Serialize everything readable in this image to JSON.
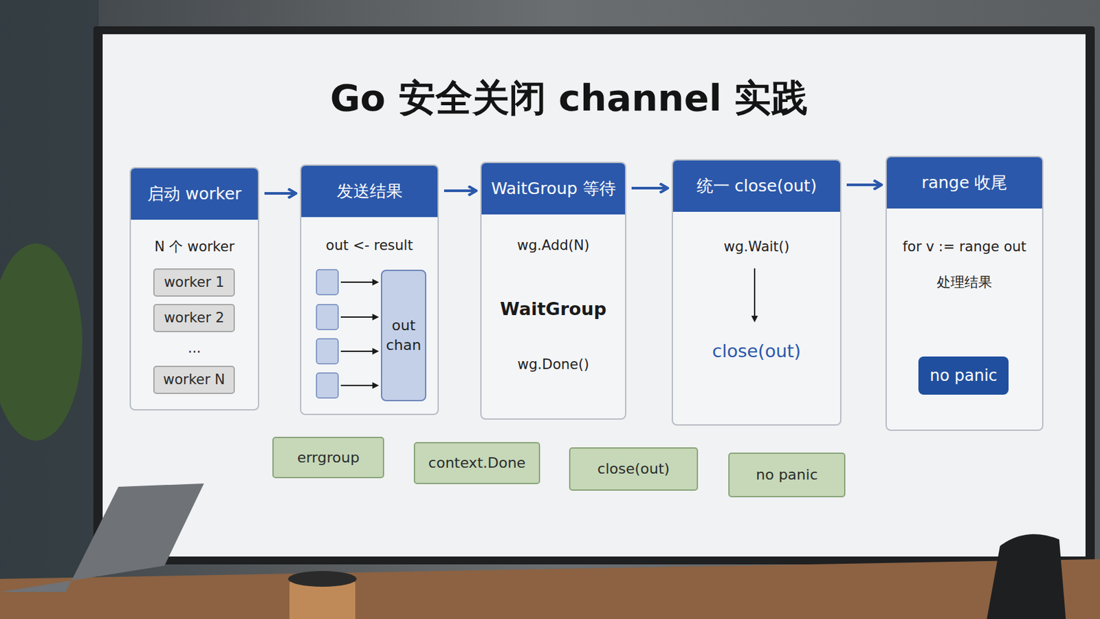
{
  "diagram": {
    "title": "Go 安全关闭 channel 实践",
    "nodes": [
      {
        "text": [
          "启动 worker",
          "N 个 worker",
          "..."
        ]
      },
      {
        "text": [
          "worker 1"
        ],
        "in": 0
      },
      {
        "text": [
          "worker 2"
        ],
        "in": 0
      },
      {
        "text": [
          "worker N"
        ],
        "in": 0
      },
      {
        "text": [
          "发送结果",
          "out <- result"
        ]
      },
      {
        "text": [
          "out chan"
        ],
        "in": 4
      },
      {
        "text": [
          "WaitGroup 等待",
          "wg.Add(N)",
          "WaitGroup",
          "wg.Done()"
        ]
      },
      {
        "text": [
          "统一 close(out)",
          "wg.Wait()",
          "close(out)"
        ]
      },
      {
        "text": [
          "range 收尾",
          "for v := range out",
          "处理结果"
        ]
      },
      {
        "text": [
          "no panic"
        ],
        "in": 8
      },
      {
        "text": [
          "errgroup"
        ]
      },
      {
        "text": [
          "context.Done"
        ]
      },
      {
        "text": [
          "close(out)"
        ]
      },
      {
        "text": [
          "no panic"
        ]
      }
    ],
    "edges": [
      {
        "from": 0,
        "to": 4,
        "arrow": "to"
      },
      {
        "from": 4,
        "to": 6,
        "arrow": "to"
      },
      {
        "from": 6,
        "to": 7,
        "arrow": "to"
      },
      {
        "from": 7,
        "to": 8,
        "arrow": "to"
      }
    ]
  }
}
